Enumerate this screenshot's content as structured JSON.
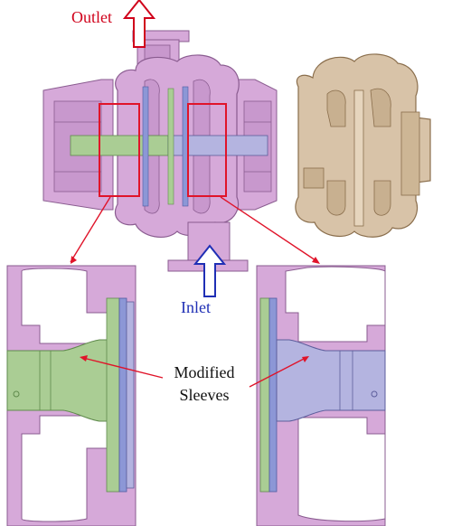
{
  "labels": {
    "outlet": "Outlet",
    "inlet": "Inlet",
    "callout": "Modified Sleeves"
  },
  "colors": {
    "casing": "#d6a9d9",
    "casing_dark": "#b884bd",
    "shaft_green": "#aacd94",
    "shaft_lavender": "#b4b4e0",
    "impeller_blue": "#8c97d6",
    "section_beige": "#d8c3a8",
    "highlight_red": "#e0142a",
    "inlet_blue": "#1f2fb5"
  }
}
